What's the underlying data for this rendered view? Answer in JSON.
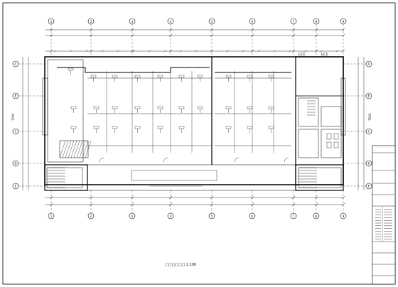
{
  "drawing": {
    "caption": "□□□□□□ 1:100",
    "grid_axis_labels_x": [
      "1",
      "2",
      "3",
      "4",
      "5",
      "6",
      "7",
      "8",
      "9"
    ],
    "grid_axis_labels_y": [
      "A",
      "B",
      "C",
      "D",
      "E"
    ],
    "side_axis_label_left": "7200",
    "side_axis_label_right": "7200",
    "annotations": [
      "LC1",
      "LC1"
    ]
  },
  "title_block": {
    "rows": 12
  }
}
